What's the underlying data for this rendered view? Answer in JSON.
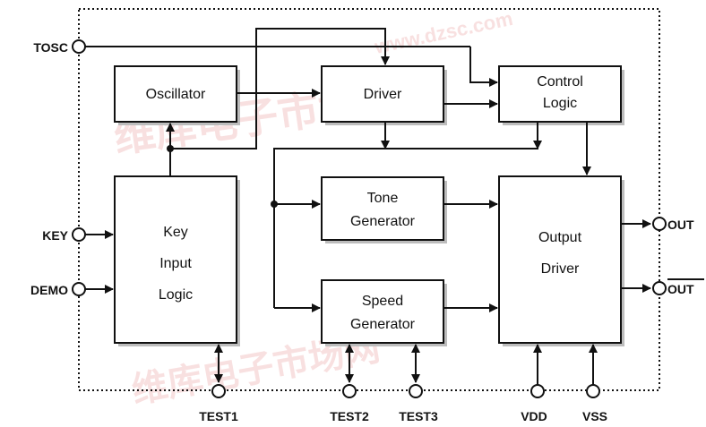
{
  "colors": {
    "line": "#111111",
    "block_fill": "#ffffff",
    "shadow": "#bdbdbd",
    "watermark": "#f3c8c8",
    "background": "#ffffff"
  },
  "watermark": {
    "lines": [
      "维库电子市场网",
      "www.dzsc.com"
    ]
  },
  "blocks": {
    "oscillator": "Oscillator",
    "driver": "Driver",
    "control_logic": [
      "Control",
      "Logic"
    ],
    "key_input_logic": [
      "Key",
      "Input",
      "Logic"
    ],
    "tone_generator": [
      "Tone",
      "Generator"
    ],
    "speed_generator": [
      "Speed",
      "Generator"
    ],
    "output_driver": [
      "Output",
      "Driver"
    ]
  },
  "pins": {
    "tosc": "TOSC",
    "key": "KEY",
    "demo": "DEMO",
    "out": "OUT",
    "out_bar": "OUT",
    "test1": "TEST1",
    "test2": "TEST2",
    "test3": "TEST3",
    "vdd": "VDD",
    "vss": "VSS"
  }
}
